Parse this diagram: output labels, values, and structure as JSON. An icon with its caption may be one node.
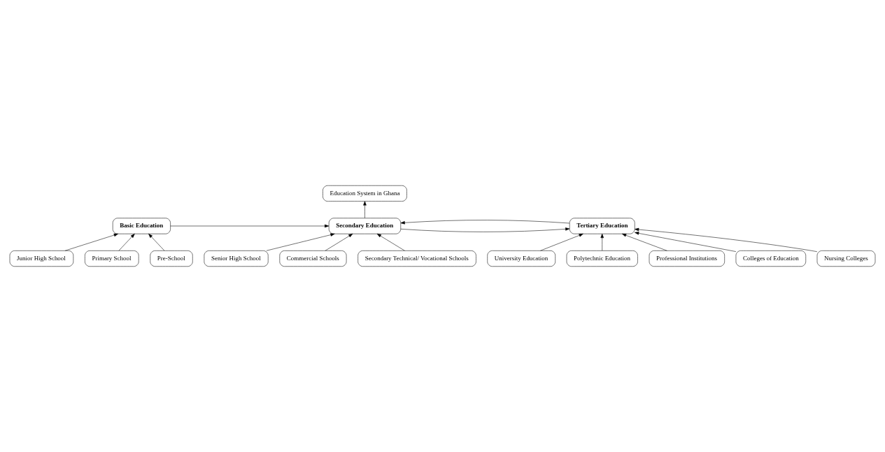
{
  "diagram": {
    "nodes": [
      {
        "text": [
          "Education System in Ghana"
        ]
      },
      {
        "text": [
          "Basic Education"
        ]
      },
      {
        "text": [
          "Secondary Education"
        ]
      },
      {
        "text": [
          "Tertiary Education"
        ]
      },
      {
        "text": [
          "Junior High School"
        ]
      },
      {
        "text": [
          "Primary School"
        ]
      },
      {
        "text": [
          "Pre-School"
        ]
      },
      {
        "text": [
          "Senior High School"
        ]
      },
      {
        "text": [
          "Commercial Schools"
        ]
      },
      {
        "text": [
          "Secondary Technical/ Vocational Schools"
        ]
      },
      {
        "text": [
          "University Education"
        ]
      },
      {
        "text": [
          "Polytechnic Education"
        ]
      },
      {
        "text": [
          "Professional Institutions"
        ]
      },
      {
        "text": [
          "Colleges of Education"
        ]
      },
      {
        "text": [
          "Nursing Colleges"
        ]
      }
    ],
    "edges": [
      {
        "from": 2,
        "to": 0,
        "arrow": "to"
      },
      {
        "from": 1,
        "to": 2,
        "arrow": "to"
      },
      {
        "from": 3,
        "to": 2,
        "arrow": "to"
      },
      {
        "from": 2,
        "to": 3,
        "arrow": "to"
      },
      {
        "from": 4,
        "to": 1,
        "arrow": "to"
      },
      {
        "from": 5,
        "to": 1,
        "arrow": "to"
      },
      {
        "from": 6,
        "to": 1,
        "arrow": "to"
      },
      {
        "from": 7,
        "to": 2,
        "arrow": "to"
      },
      {
        "from": 9,
        "to": 2,
        "arrow": "to"
      },
      {
        "from": 8,
        "to": 2,
        "arrow": "to"
      },
      {
        "from": 10,
        "to": 3,
        "arrow": "to"
      },
      {
        "from": 11,
        "to": 3,
        "arrow": "to"
      },
      {
        "from": 12,
        "to": 3,
        "arrow": "to"
      },
      {
        "from": 13,
        "to": 3,
        "arrow": "to"
      },
      {
        "from": 14,
        "to": 3,
        "arrow": "to"
      }
    ]
  }
}
